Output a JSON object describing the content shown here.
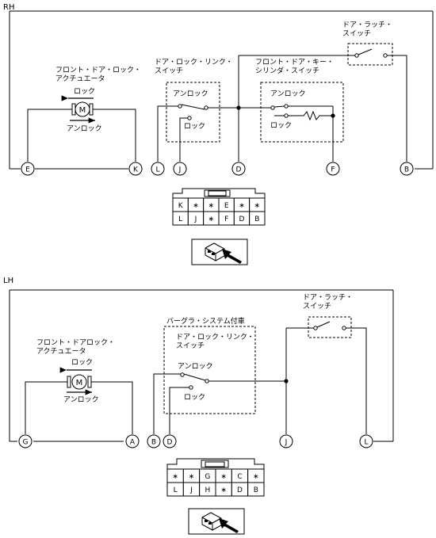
{
  "rh": {
    "section_label": "RH",
    "actuator_label_1": "フロント・ドア・ロック・",
    "actuator_label_2": "アクチュエータ",
    "motor_symbol": "M",
    "lock_text": "ロック",
    "unlock_text": "アンロック",
    "link_switch_label_1": "ドア・ロック・リンク・",
    "link_switch_label_2": "スイッチ",
    "link_unlock": "アンロック",
    "link_lock": "ロック",
    "key_switch_label_1": "フロント・ドア・キー・",
    "key_switch_label_2": "シリンダ・スイッチ",
    "key_unlock": "アンロック",
    "key_lock": "ロック",
    "latch_label_1": "ドア・ラッチ・",
    "latch_label_2": "スイッチ",
    "terminals": [
      "E",
      "K",
      "L",
      "J",
      "D",
      "F",
      "B"
    ],
    "connector_row1": [
      "K",
      "∗",
      "∗",
      "E",
      "∗",
      "∗"
    ],
    "connector_row2": [
      "L",
      "J",
      "∗",
      "F",
      "D",
      "B"
    ]
  },
  "lh": {
    "section_label": "LH",
    "actuator_label_1": "フロント・ドアロック・",
    "actuator_label_2": "アクチュエータ",
    "motor_symbol": "M",
    "lock_text": "ロック",
    "unlock_text": "アンロック",
    "burglar_label": "バーグラ・システム付車",
    "link_switch_label_1": "ドア・ロック・リンク・",
    "link_switch_label_2": "スイッチ",
    "link_unlock": "アンロック",
    "link_lock": "ロック",
    "latch_label_1": "ドア・ラッチ・",
    "latch_label_2": "スイッチ",
    "terminals": [
      "G",
      "A",
      "B",
      "D",
      "J",
      "L"
    ],
    "connector_row1": [
      "∗",
      "∗",
      "G",
      "∗",
      "C",
      "∗"
    ],
    "connector_row2": [
      "L",
      "J",
      "H",
      "∗",
      "D",
      "B"
    ]
  }
}
